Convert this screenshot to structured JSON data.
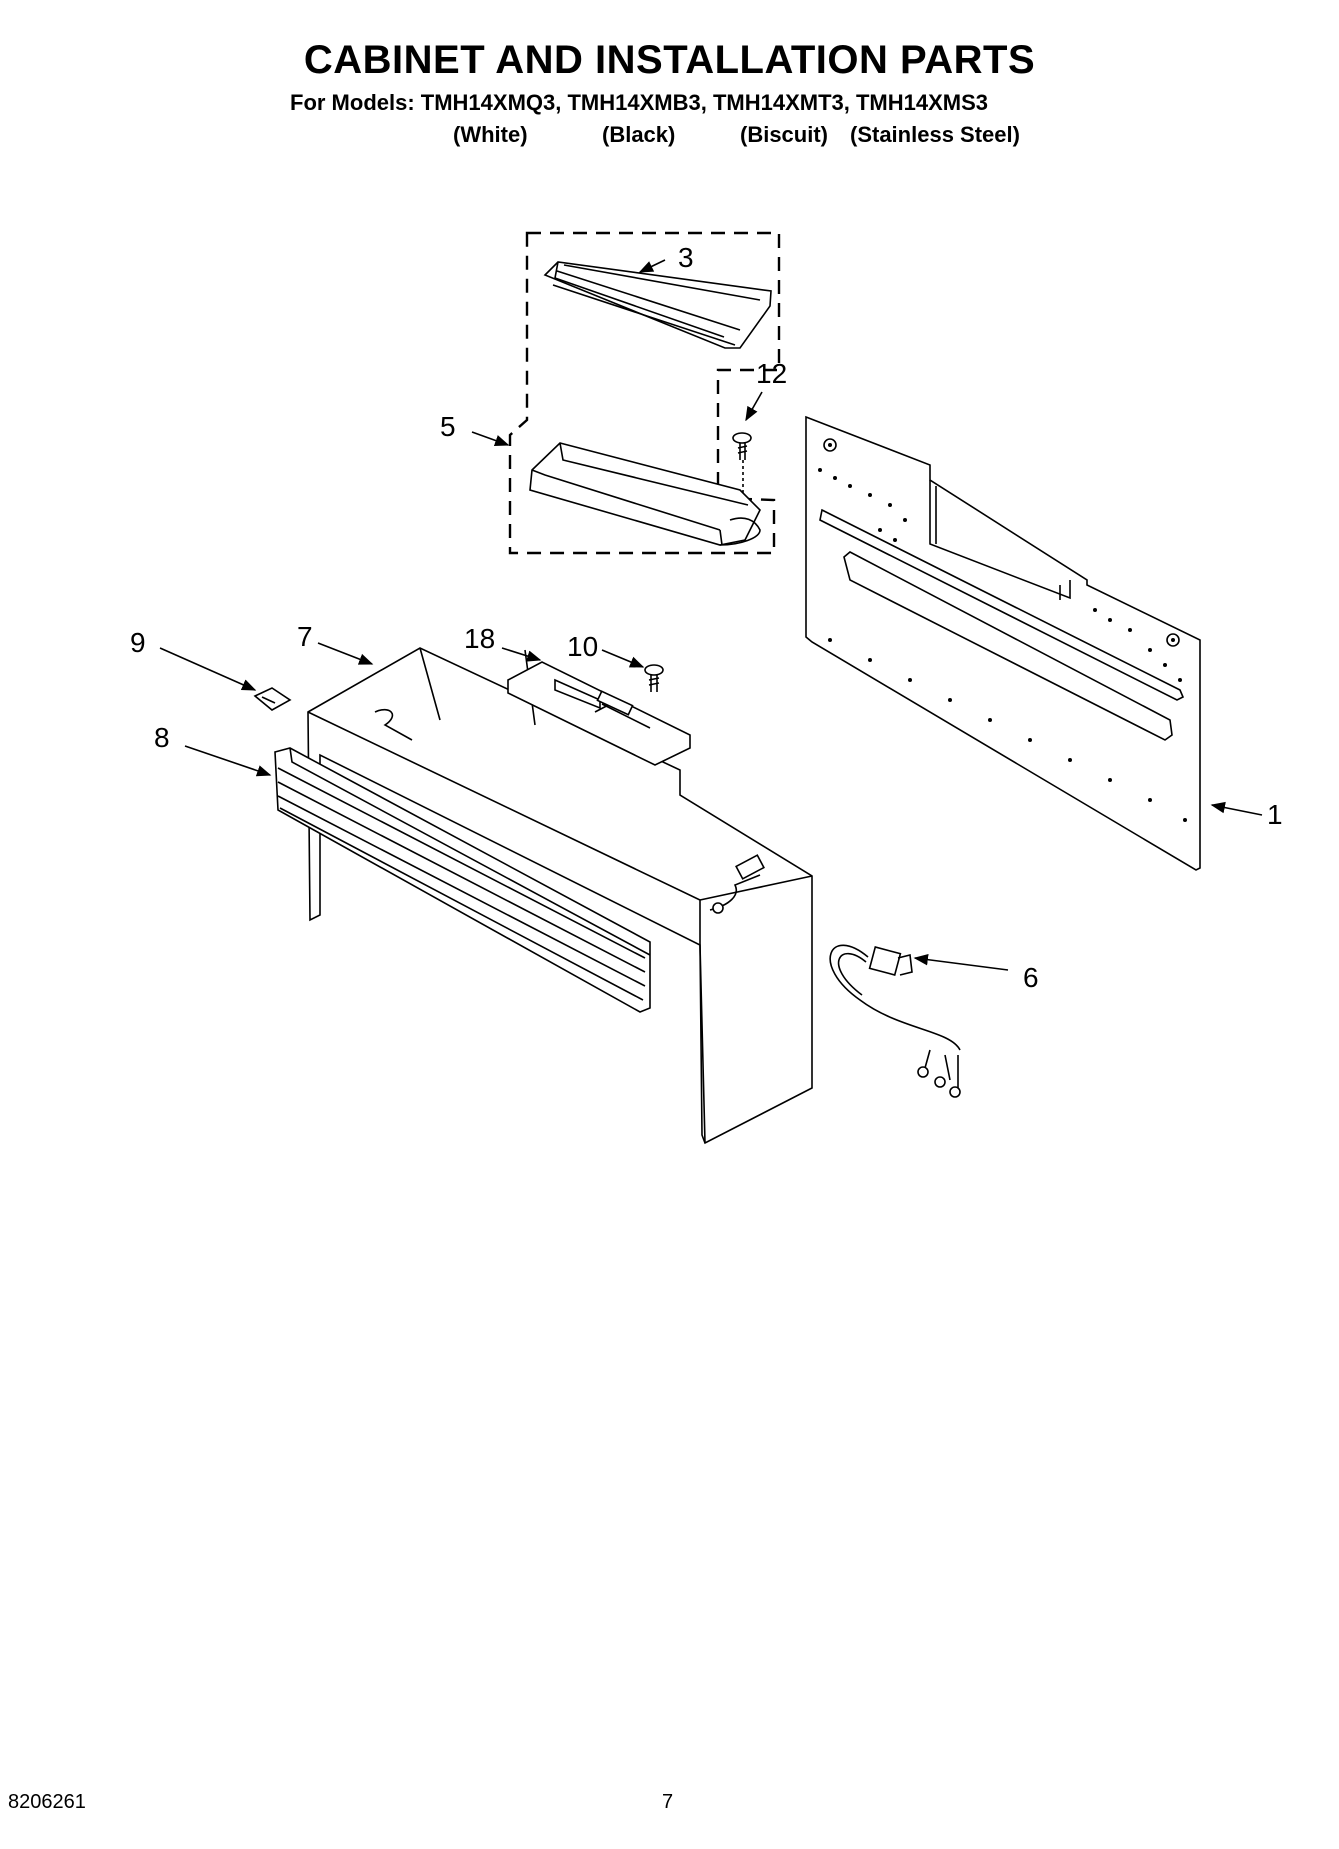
{
  "header": {
    "title": "CABINET AND INSTALLATION PARTS",
    "models_line": "For Models: TMH14XMQ3, TMH14XMB3, TMH14XMT3, TMH14XMS3",
    "colors": [
      "(White)",
      "(Black)",
      "(Biscuit)",
      "(Stainless Steel)"
    ]
  },
  "callouts": {
    "c1": "1",
    "c3": "3",
    "c5": "5",
    "c6": "6",
    "c7": "7",
    "c8": "8",
    "c9": "9",
    "c10": "10",
    "c12": "12",
    "c18": "18"
  },
  "footer": {
    "doc_number": "8206261",
    "page_number": "7"
  }
}
